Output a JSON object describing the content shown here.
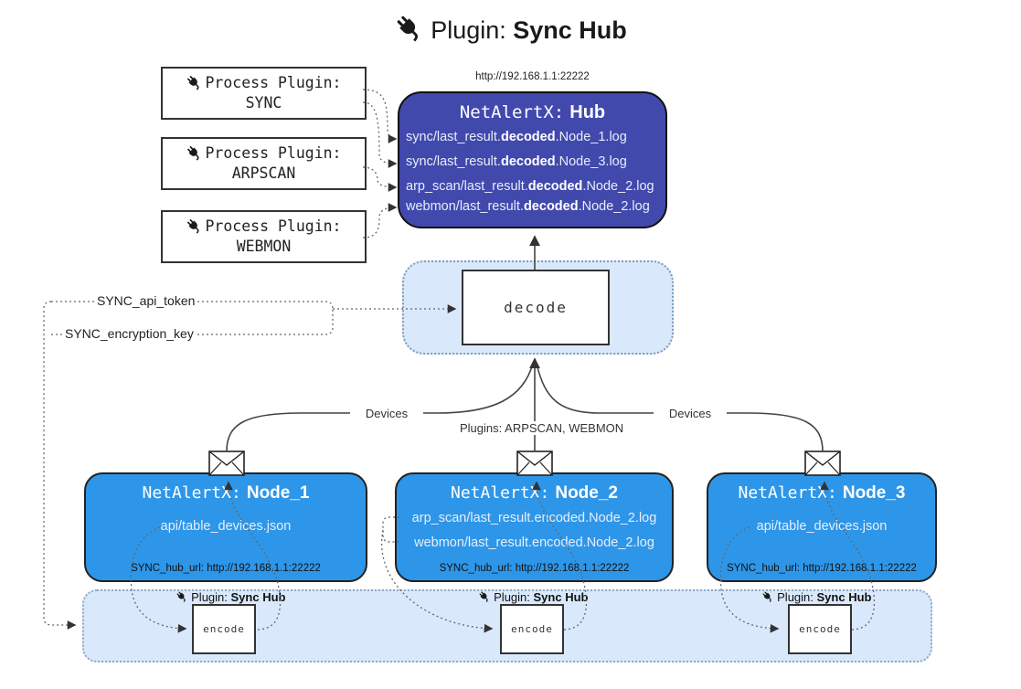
{
  "title": {
    "prefix": "Plugin:",
    "name": "Sync Hub"
  },
  "process_plugins": [
    {
      "label": "Process Plugin:",
      "name": "SYNC"
    },
    {
      "label": "Process Plugin:",
      "name": "ARPSCAN"
    },
    {
      "label": "Process Plugin:",
      "name": "WEBMON"
    }
  ],
  "hub": {
    "url": "http://192.168.1.1:22222",
    "prefix": "NetAlertX:",
    "name": "Hub",
    "lines": [
      {
        "pre": "sync/last_result.",
        "bold": "decoded",
        "post": ".Node_1.log"
      },
      {
        "pre": "sync/last_result.",
        "bold": "decoded",
        "post": ".Node_3.log"
      },
      {
        "pre": "arp_scan/last_result.",
        "bold": "decoded",
        "post": ".Node_2.log"
      },
      {
        "pre": "webmon/last_result.",
        "bold": "decoded",
        "post": ".Node_2.log"
      }
    ]
  },
  "decode": {
    "label": "decode"
  },
  "secrets": {
    "api_token": "SYNC_api_token",
    "encryption_key": "SYNC_encryption_key"
  },
  "edges": {
    "devices_left": "Devices",
    "plugins_center": "Plugins: ARPSCAN, WEBMON",
    "devices_right": "Devices"
  },
  "nodes": [
    {
      "prefix": "NetAlertX:",
      "name": "Node_1",
      "lines": [
        "api/table_devices.json"
      ],
      "hub_url": "SYNC_hub_url: http://192.168.1.1:22222"
    },
    {
      "prefix": "NetAlertX:",
      "name": "Node_2",
      "lines": [
        "arp_scan/last_result.encoded.Node_2.log",
        "webmon/last_result.encoded.Node_2.log"
      ],
      "hub_url": "SYNC_hub_url: http://192.168.1.1:22222"
    },
    {
      "prefix": "NetAlertX:",
      "name": "Node_3",
      "lines": [
        "api/table_devices.json"
      ],
      "hub_url": "SYNC_hub_url: http://192.168.1.1:22222"
    }
  ],
  "band": {
    "plugin_prefix": "Plugin:",
    "plugin_name": "Sync Hub",
    "encode_label": "encode"
  },
  "colors": {
    "hub": "#4149ad",
    "node": "#2e96e8",
    "panel": "#d9e9fb",
    "panel_border": "#7d9bbd"
  }
}
